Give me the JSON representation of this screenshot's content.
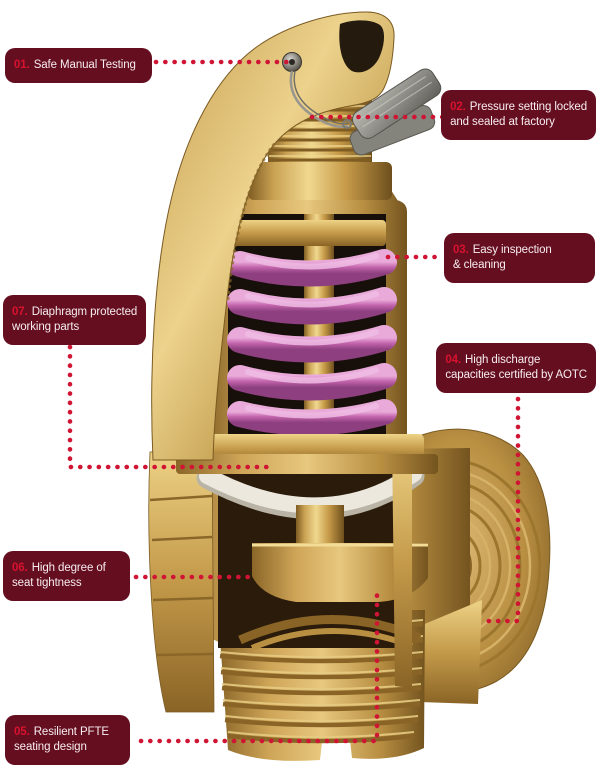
{
  "diagram": {
    "subject": "Cutaway photo of a bronze safety relief valve with numbered feature callouts",
    "callouts": [
      {
        "number": "01.",
        "label": "Safe Manual Testing"
      },
      {
        "number": "02.",
        "label": "Pressure setting locked\nand sealed at factory"
      },
      {
        "number": "03.",
        "label": "Easy inspection\n& cleaning"
      },
      {
        "number": "04.",
        "label": "High discharge\ncapacities certified by AOTC"
      },
      {
        "number": "05.",
        "label": "Resilient PFTE\nseating design"
      },
      {
        "number": "06.",
        "label": "High degree of\nseat tightness"
      },
      {
        "number": "07.",
        "label": "Diaphragm protected\nworking parts"
      }
    ],
    "colors": {
      "callout_background": "#650e20",
      "callout_number": "#d8122f",
      "callout_text": "#f6edef",
      "leader_dots": "#d01434",
      "brass_light": "#f0d88f",
      "brass_mid": "#c49a4a",
      "brass_dark": "#7e5c22",
      "spring_pink": "#c765ae",
      "diaphragm_white": "#ece8de",
      "lead_seal_gray": "#9a9992"
    }
  }
}
